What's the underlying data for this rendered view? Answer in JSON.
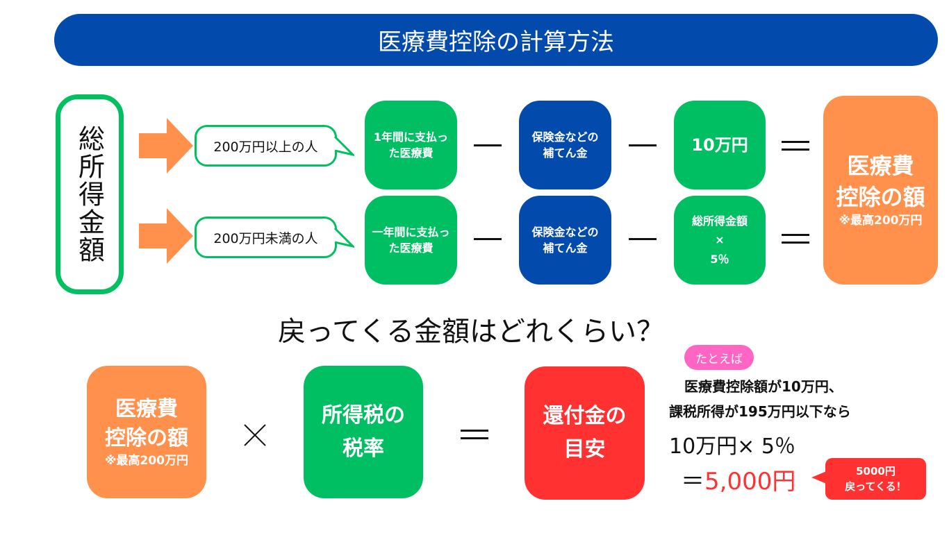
{
  "title": "医療費控除の計算方法",
  "total_income_label": "総所得金額",
  "rows": [
    {
      "condition": "200万円以上の人",
      "expense": "1年間に支払った医療費",
      "insurance": "保険金などの補てん金",
      "deduct": "10万円"
    },
    {
      "condition": "200万円未満の人",
      "expense": "一年間に支払った医療費",
      "insurance": "保険金などの補てん金",
      "deduct": "総所得金額\n×\n5％"
    }
  ],
  "result": {
    "line1": "医療費",
    "line2": "控除の額",
    "note": "※最高200万円"
  },
  "question": "戻ってくる金額はどれくらい？",
  "formula": {
    "tax_rate": "所得税の税率",
    "refund": "還付金の目安"
  },
  "example": {
    "tag": "たとえば",
    "line1": "医療費控除額が10万円、",
    "line2": "課税所得が195万円以下なら",
    "calc": "10万円× 5％",
    "equals": "＝",
    "amount": "5,000円",
    "bubble": "5000円\n戻ってくる！"
  },
  "colors": {
    "blue": "#034aad",
    "green": "#00bf63",
    "orange": "#ff914d",
    "red": "#ff3131",
    "pink": "#ff66c4"
  }
}
